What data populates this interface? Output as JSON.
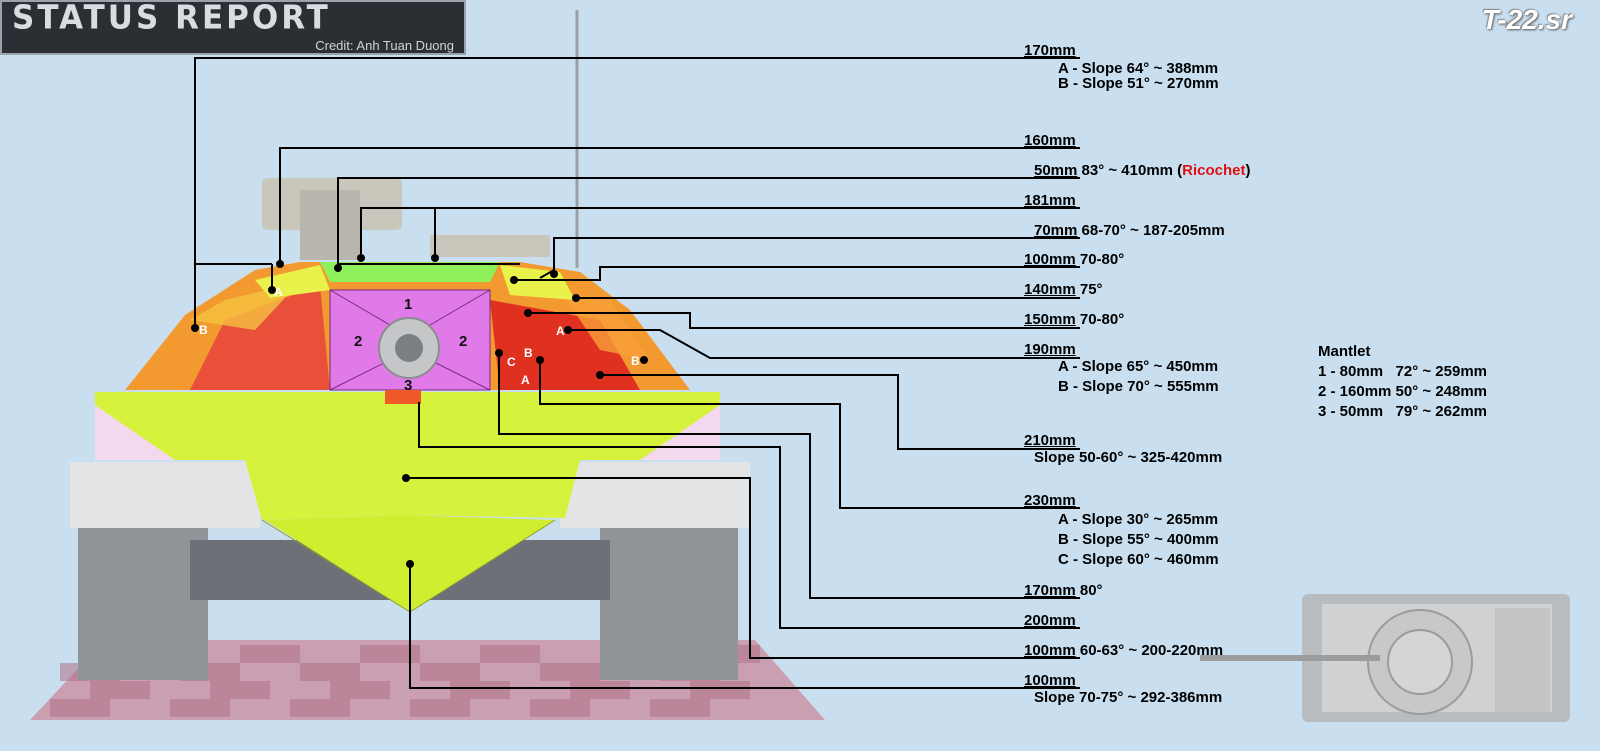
{
  "header": {
    "title": "STATUS REPORT",
    "credit": "Credit: Anh Tuan Duong"
  },
  "tank_name": "T-22.sr",
  "colors": {
    "background": "#c9dff0",
    "max_armor": "#e03020",
    "mid_armor": "#f29a30",
    "low_armor": "#d7f23c",
    "mantlet": "#e07ae8",
    "ricochet": "#e01010"
  },
  "callouts": [
    {
      "value": "170mm",
      "text": "",
      "sub": [
        "A - Slope 64° ~ 388mm",
        "B - Slope 51° ~ 270mm"
      ]
    },
    {
      "value": "160mm",
      "text": "",
      "sub": []
    },
    {
      "value": "50mm",
      "text": " 83° ~ 410mm (",
      "highlight": "Ricochet",
      "tail": ")",
      "sub": []
    },
    {
      "value": "181mm",
      "text": "",
      "sub": []
    },
    {
      "value": "70mm",
      "text": " 68-70° ~ 187-205mm",
      "sub": []
    },
    {
      "value": "100mm",
      "text": " 70-80°",
      "sub": []
    },
    {
      "value": "140mm",
      "text": " 75°",
      "sub": []
    },
    {
      "value": "150mm",
      "text": " 70-80°",
      "sub": []
    },
    {
      "value": "190mm",
      "text": "",
      "sub": [
        "A - Slope 65° ~ 450mm",
        "B - Slope 70° ~ 555mm"
      ]
    },
    {
      "value": "210mm",
      "text": "",
      "sub": [
        "Slope 50-60° ~ 325-420mm"
      ]
    },
    {
      "value": "230mm",
      "text": "",
      "sub": [
        "A - Slope 30° ~ 265mm",
        "B - Slope 55° ~ 400mm",
        "C - Slope 60° ~ 460mm"
      ]
    },
    {
      "value": "170mm",
      "text": " 80°",
      "sub": []
    },
    {
      "value": "200mm",
      "text": "",
      "sub": []
    },
    {
      "value": "100mm",
      "text": " 60-63° ~ 200-220mm",
      "sub": []
    },
    {
      "value": "100mm",
      "text": "",
      "sub": [
        "Slope 70-75° ~ 292-386mm"
      ]
    }
  ],
  "mantlet": {
    "title": "Mantlet",
    "rows": [
      "1 - 80mm   72° ~ 259mm",
      "2 - 160mm 50° ~ 248mm",
      "3 - 50mm   79° ~ 262mm"
    ]
  },
  "zone_markers": [
    "A",
    "B",
    "A",
    "B",
    "B",
    "C",
    "A",
    "1",
    "2",
    "2",
    "3"
  ]
}
